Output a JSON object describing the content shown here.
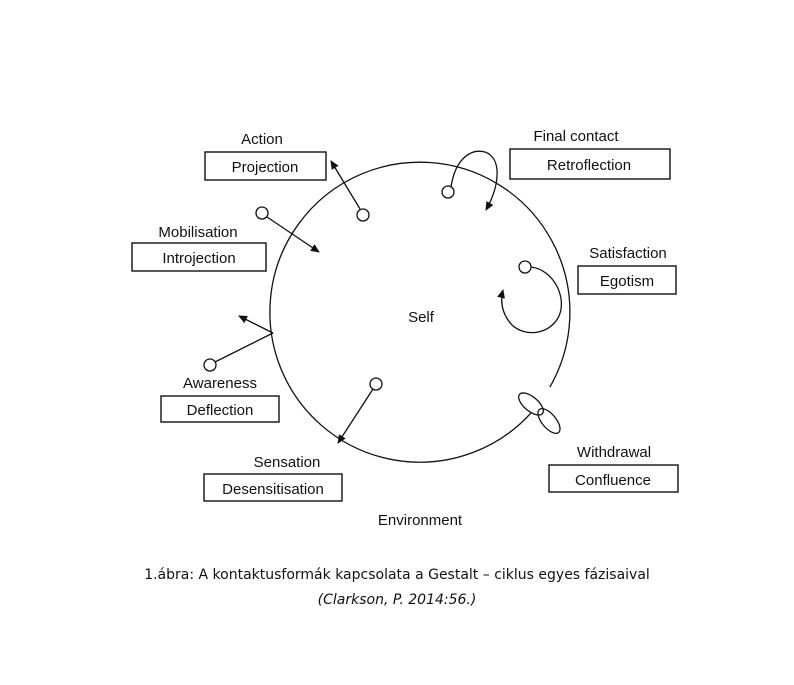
{
  "diagram": {
    "center_label": "Self",
    "outer_label": "Environment",
    "phases": [
      {
        "phase": "Action",
        "contact_form": "Projection"
      },
      {
        "phase": "Final contact",
        "contact_form": "Retroflection"
      },
      {
        "phase": "Satisfaction",
        "contact_form": "Egotism"
      },
      {
        "phase": "Withdrawal",
        "contact_form": "Confluence"
      },
      {
        "phase": "Sensation",
        "contact_form": "Desensitisation"
      },
      {
        "phase": "Awareness",
        "contact_form": "Deflection"
      },
      {
        "phase": "Mobilisation",
        "contact_form": "Introjection"
      }
    ]
  },
  "caption": {
    "title": "1.ábra: A kontaktusformák kapcsolata a Gestalt – ciklus egyes fázisaival",
    "source": "(Clarkson, P. 2014:56.)"
  }
}
